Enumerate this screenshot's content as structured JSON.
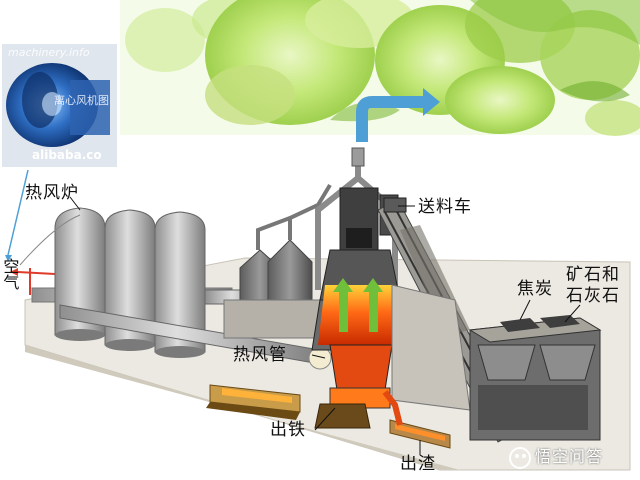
{
  "photo": {
    "top_watermark": "machinery.info",
    "caption": "离心风机图",
    "brand": "alibaba.co"
  },
  "labels": {
    "hot_blast_stove": "热风炉",
    "air": "空气",
    "feeder_car": "送料车",
    "coke": "焦炭",
    "ore_limestone_line1": "矿石和",
    "ore_limestone_line2": "石灰石",
    "hot_air_pipe": "热风管",
    "tap_iron": "出铁",
    "tap_slag": "出渣"
  },
  "watermark": "悟空问答",
  "colors": {
    "flow_arrow": "#4e9fd6",
    "gas_arrow": "#6fbf3b",
    "molten": "#ff5a14",
    "equipment": "#9e9e9e",
    "floor": "#e9e6de"
  }
}
